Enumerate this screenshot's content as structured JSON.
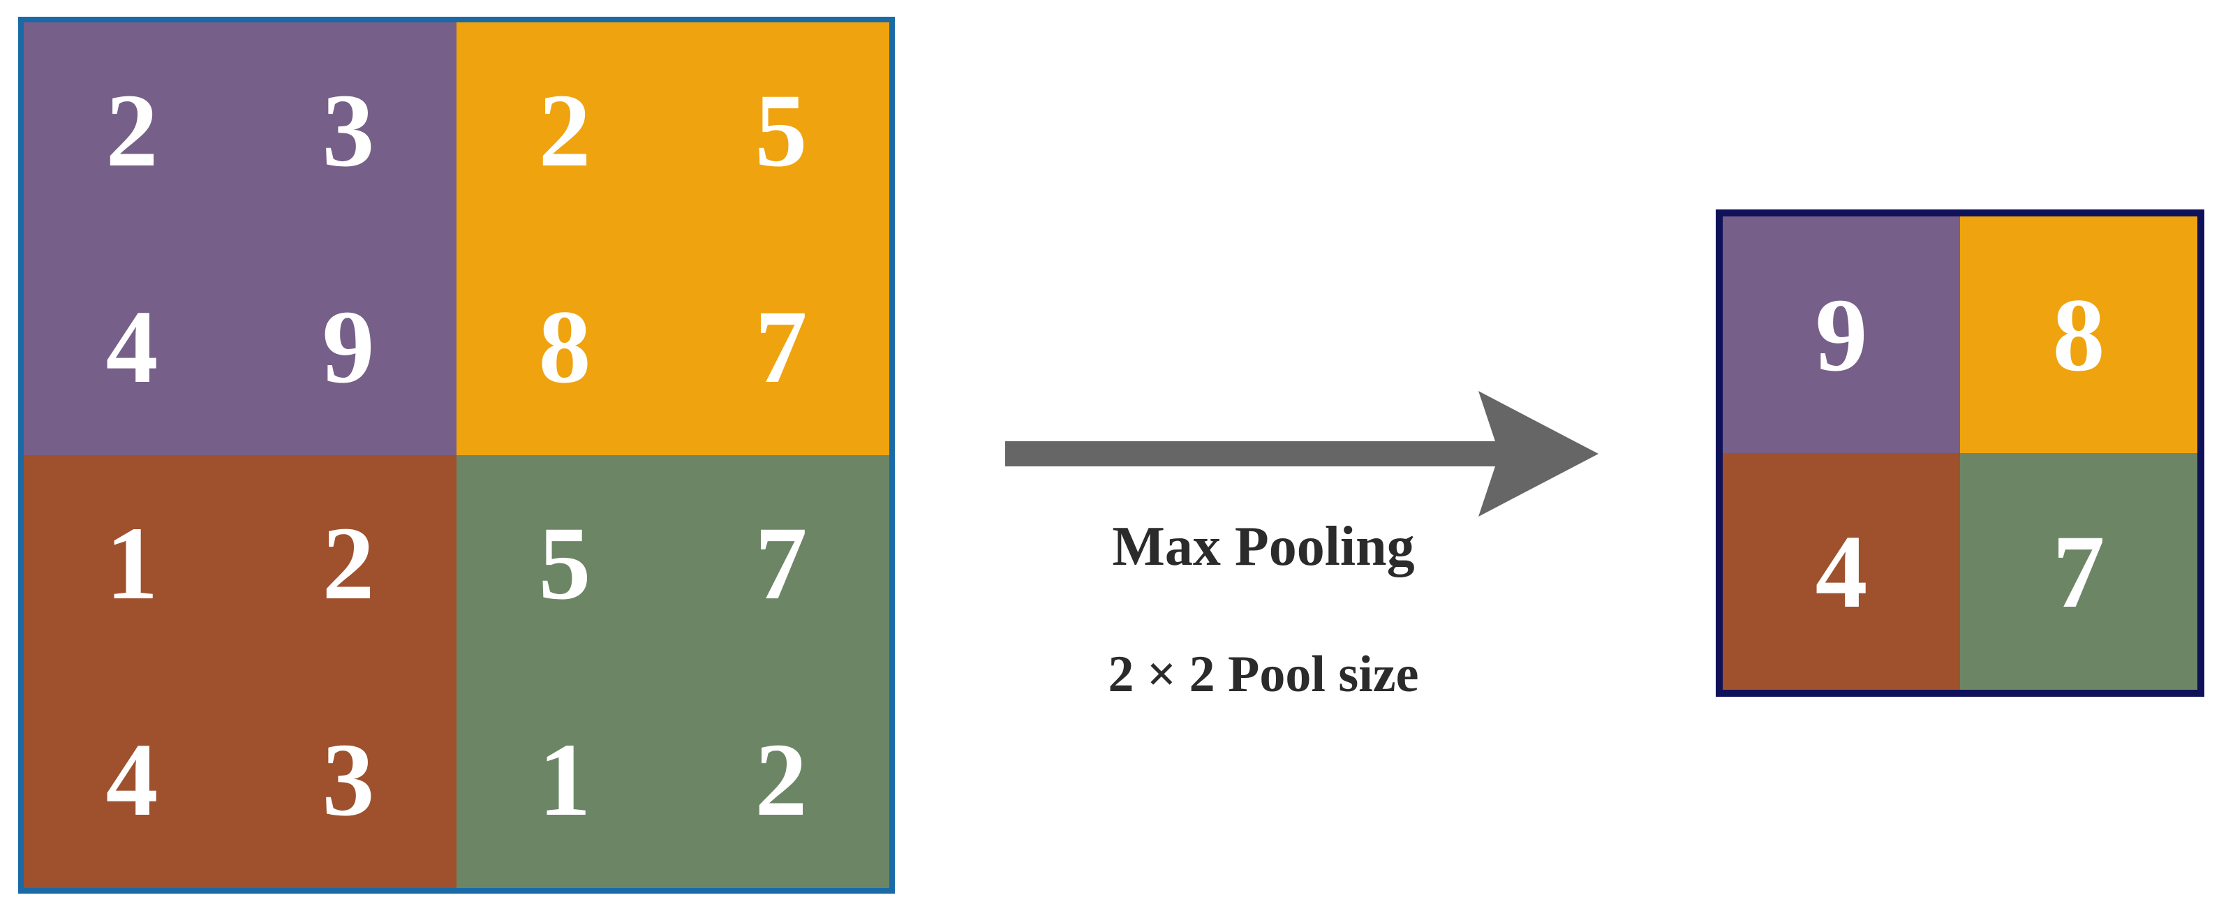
{
  "input_matrix": {
    "rows": [
      [
        "2",
        "3",
        "2",
        "5"
      ],
      [
        "4",
        "9",
        "8",
        "7"
      ],
      [
        "1",
        "2",
        "5",
        "7"
      ],
      [
        "4",
        "3",
        "1",
        "2"
      ]
    ]
  },
  "output_matrix": {
    "rows": [
      [
        "9",
        "8"
      ],
      [
        "4",
        "7"
      ]
    ]
  },
  "labels": {
    "operation": "Max Pooling",
    "pool_size": "2 × 2 Pool size"
  },
  "colors": {
    "quadrant_top_left": "#765f88",
    "quadrant_top_right": "#efa30f",
    "quadrant_bottom_left": "#9f502d",
    "quadrant_bottom_right": "#6c8665",
    "input_border": "#1a6aa8",
    "output_border": "#0f1259",
    "arrow": "#666666",
    "text_on_cells": "#ffffff",
    "caption_text": "#2b2b2b"
  },
  "icons": {
    "arrow": "right-arrow-icon"
  }
}
